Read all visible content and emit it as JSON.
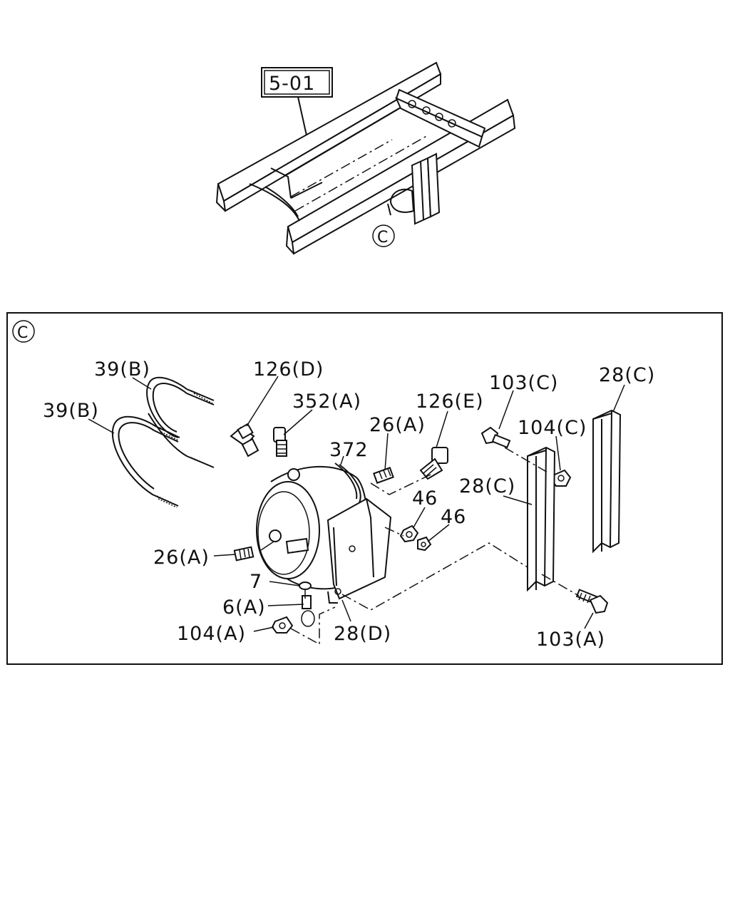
{
  "overview": {
    "ref_box": "5-01",
    "detail_marker": "C"
  },
  "detail": {
    "marker": "C",
    "labels": {
      "ubolt_1": "39(B)",
      "ubolt_2": "39(B)",
      "fitting_126d": "126(D)",
      "valve_352a": "352(A)",
      "fitting_126e": "126(E)",
      "plug_26a_top": "26(A)",
      "tank_372": "372",
      "plug_26a_left": "26(A)",
      "washer_7": "7",
      "drain_6a": "6(A)",
      "nut_104a": "104(A)",
      "bracket_28d": "28(D)",
      "nut_46_1": "46",
      "nut_46_2": "46",
      "bolt_103c": "103(C)",
      "nut_104c": "104(C)",
      "channel_28c_1": "28(C)",
      "channel_28c_2": "28(C)",
      "bolt_103a": "103(A)"
    }
  }
}
